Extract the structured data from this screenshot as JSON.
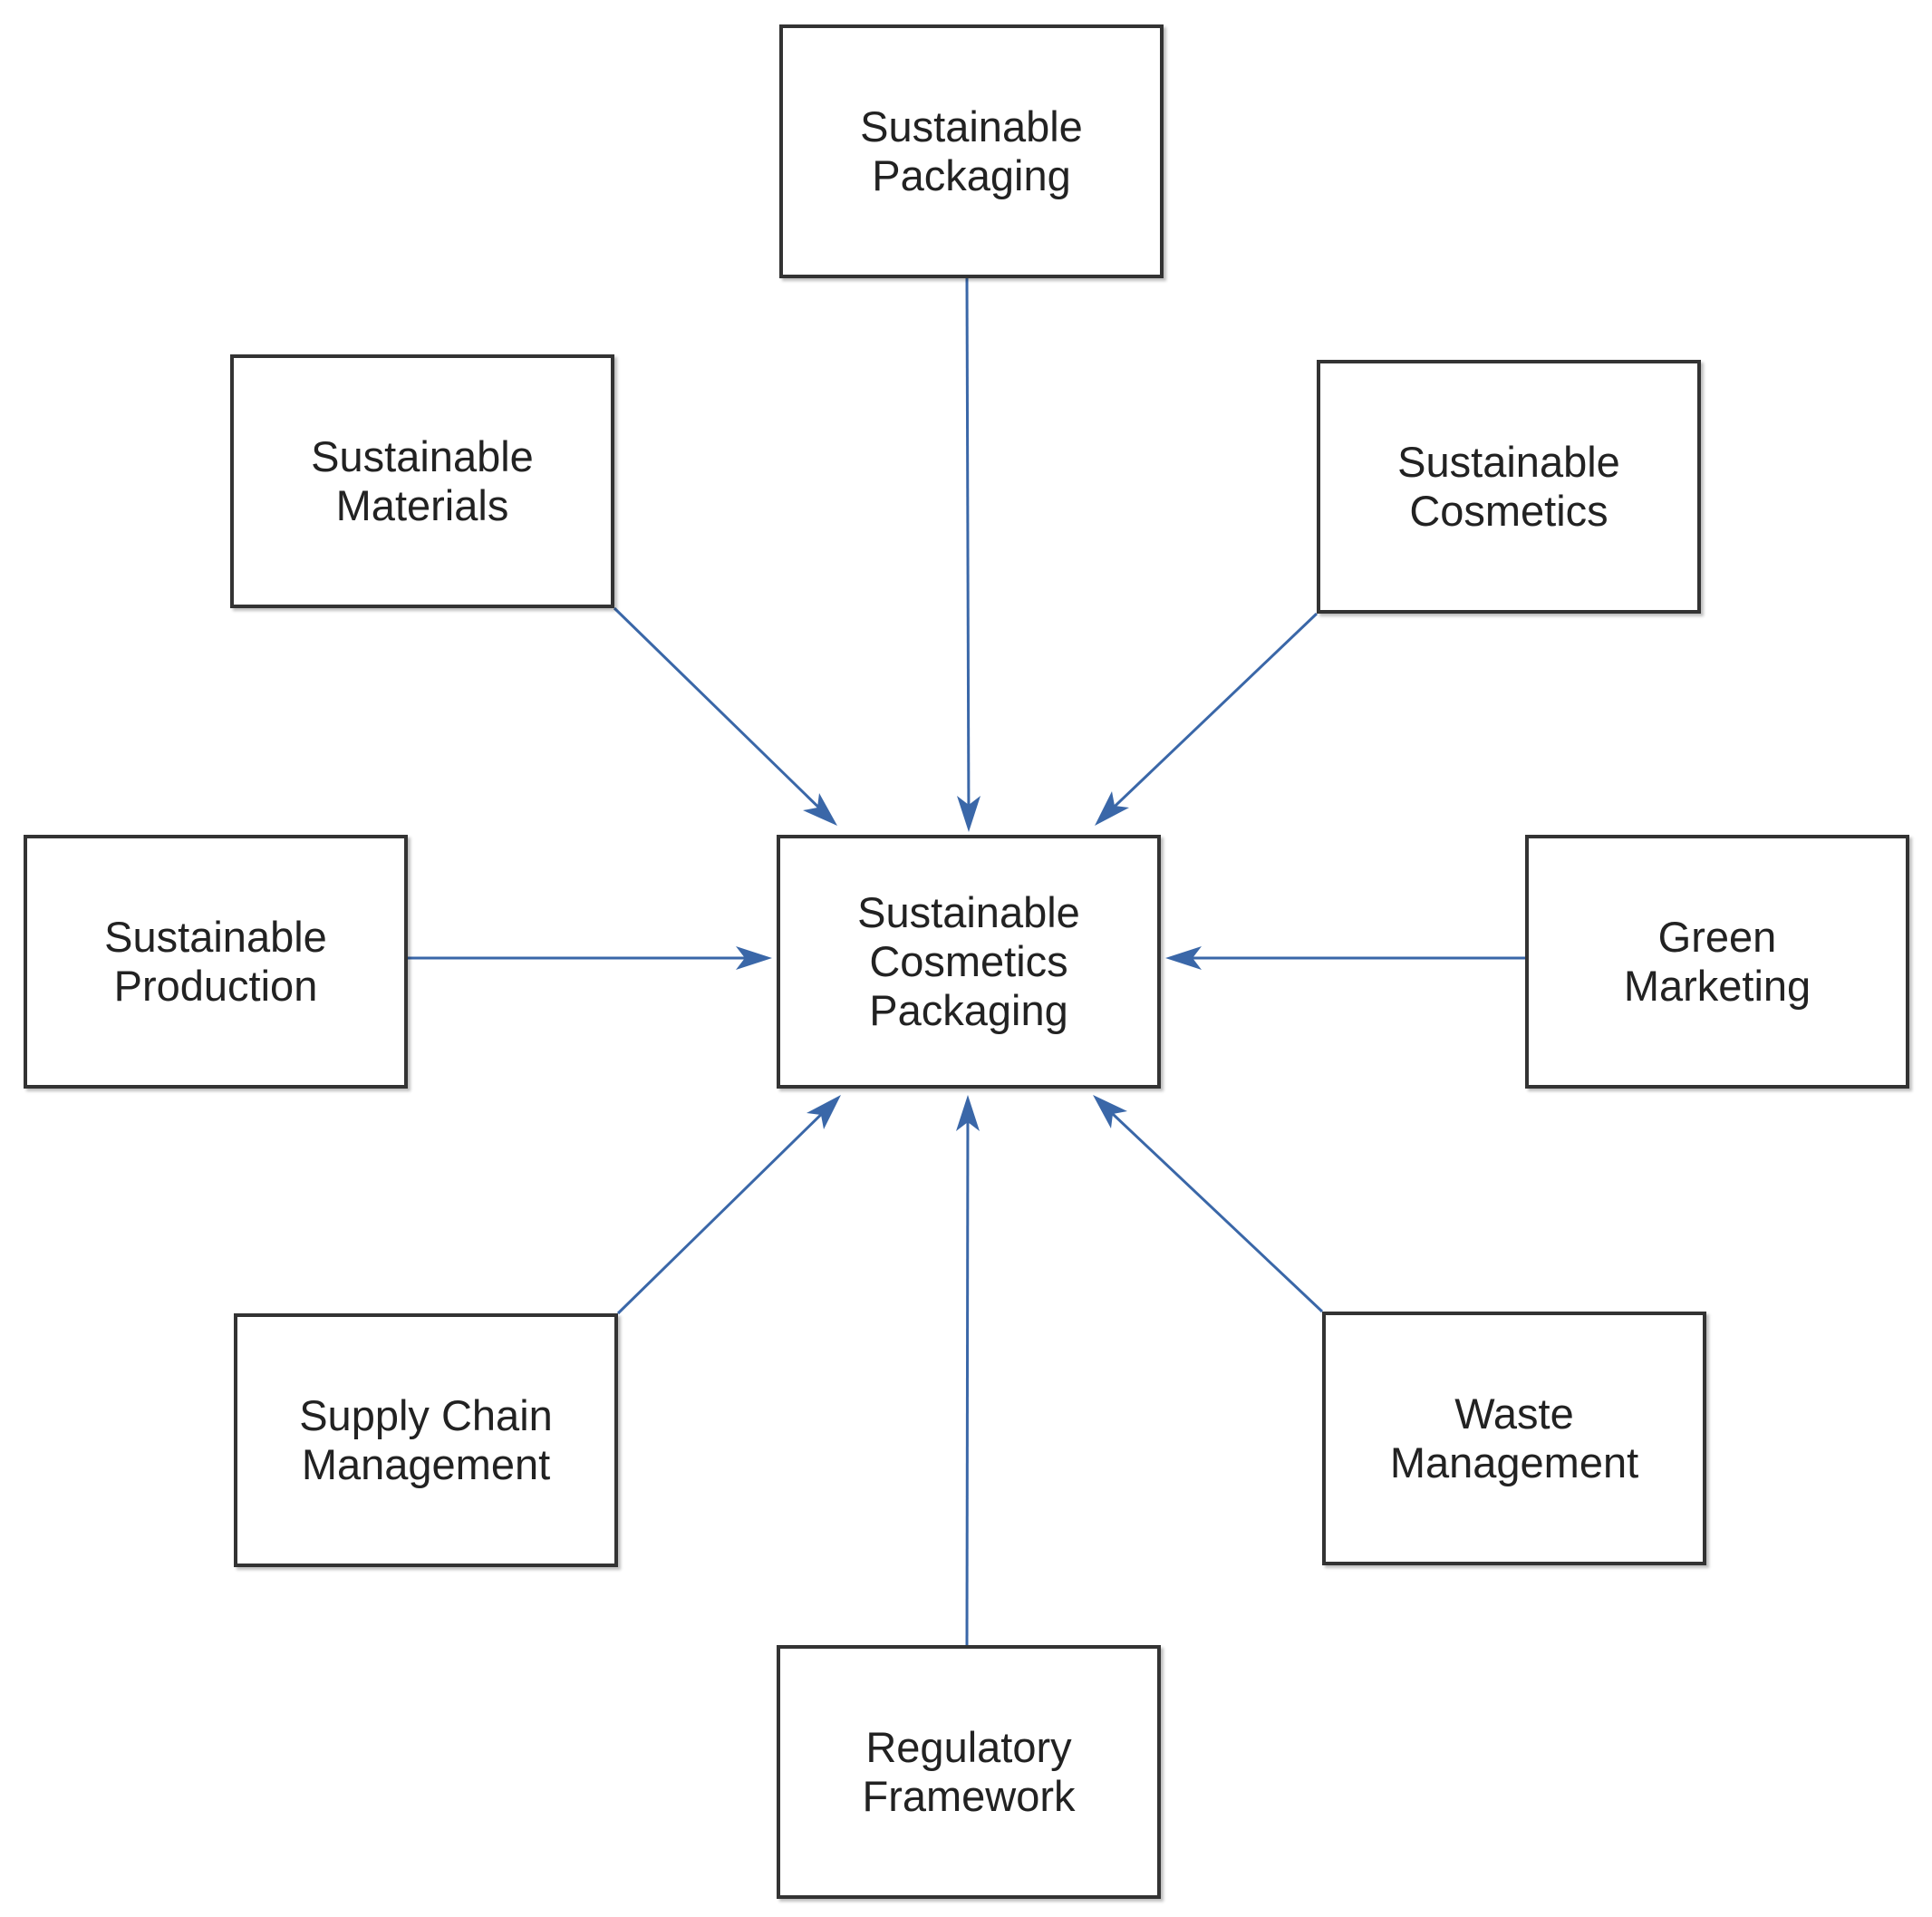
{
  "diagram": {
    "center": {
      "lines": [
        "Sustainable",
        "Cosmetics",
        "Packaging"
      ]
    },
    "nodes": {
      "sustainable_packaging": {
        "lines": [
          "Sustainable",
          "Packaging"
        ]
      },
      "sustainable_materials": {
        "lines": [
          "Sustainable",
          "Materials"
        ]
      },
      "sustainable_cosmetics": {
        "lines": [
          "Sustainable",
          "Cosmetics"
        ]
      },
      "sustainable_production": {
        "lines": [
          "Sustainable",
          "Production"
        ]
      },
      "green_marketing": {
        "lines": [
          "Green",
          "Marketing"
        ]
      },
      "supply_chain_management": {
        "lines": [
          "Supply Chain",
          "Management"
        ]
      },
      "waste_management": {
        "lines": [
          "Waste",
          "Management"
        ]
      },
      "regulatory_framework": {
        "lines": [
          "Regulatory",
          "Framework"
        ]
      }
    },
    "edges": [
      {
        "from": "sustainable_packaging",
        "to": "center"
      },
      {
        "from": "sustainable_materials",
        "to": "center"
      },
      {
        "from": "sustainable_cosmetics",
        "to": "center"
      },
      {
        "from": "sustainable_production",
        "to": "center"
      },
      {
        "from": "green_marketing",
        "to": "center"
      },
      {
        "from": "supply_chain_management",
        "to": "center"
      },
      {
        "from": "waste_management",
        "to": "center"
      },
      {
        "from": "regulatory_framework",
        "to": "center"
      }
    ],
    "colors": {
      "arrow": "#3a67a8",
      "box_border": "#333333",
      "text": "#222222",
      "background": "#ffffff"
    }
  }
}
